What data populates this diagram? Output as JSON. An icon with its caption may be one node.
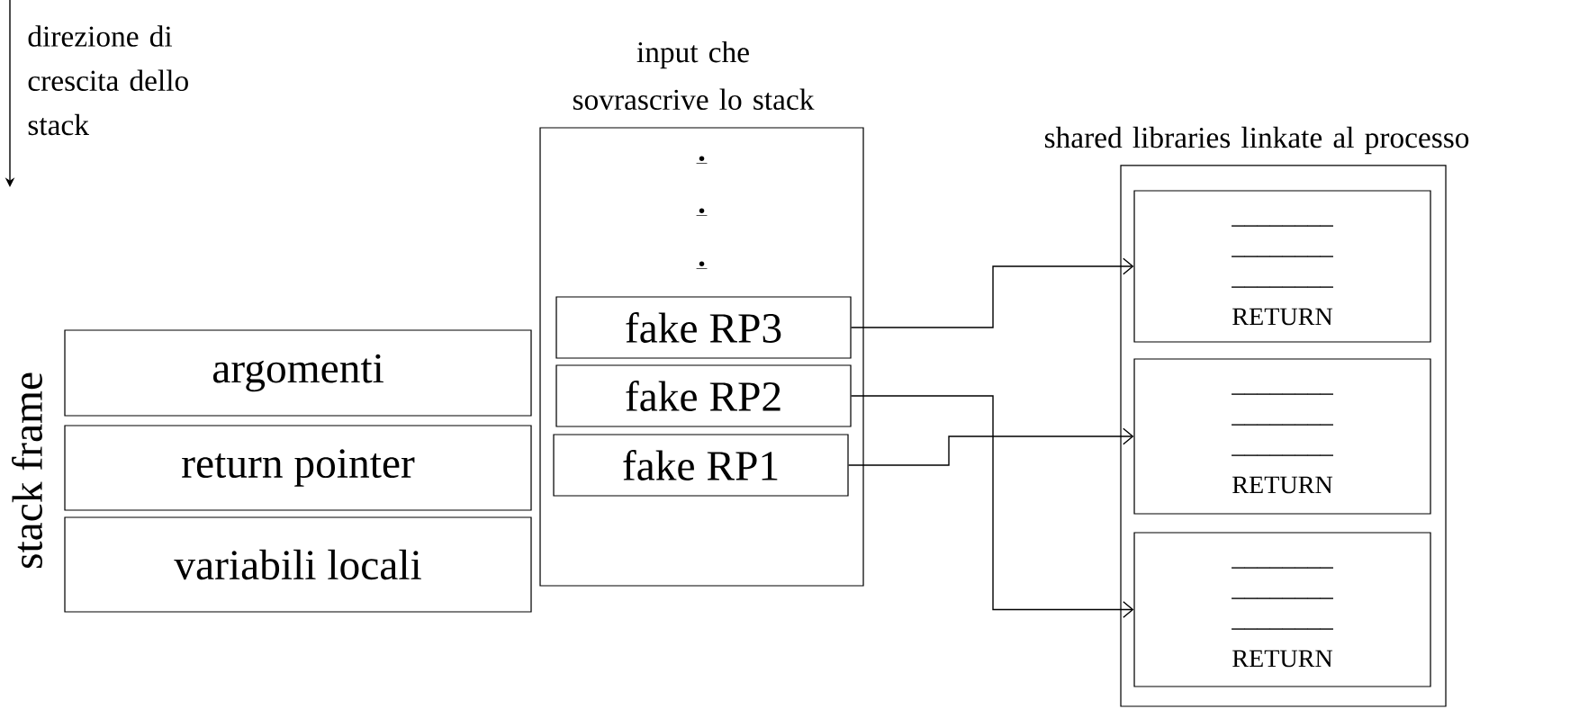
{
  "diagram": {
    "nodes": [
      {
        "text": [
          "argomenti"
        ]
      },
      {
        "text": [
          "return pointer"
        ]
      },
      {
        "text": [
          "variabili locali"
        ]
      },
      {
        "text": [
          "input che sovrascrive lo stack",
          ".",
          ".",
          "."
        ]
      },
      {
        "text": [
          "fake RP3"
        ],
        "in": 3
      },
      {
        "text": [
          "fake RP2"
        ],
        "in": 3
      },
      {
        "text": [
          "fake RP1"
        ],
        "in": 3
      },
      {
        "text": [
          "shared libraries linkate al processo"
        ]
      },
      {
        "text": [
          "________",
          "________",
          "________",
          "RETURN"
        ],
        "in": 7
      },
      {
        "text": [
          "________",
          "________",
          "________",
          "RETURN"
        ],
        "in": 7
      },
      {
        "text": [
          "________",
          "________",
          "________",
          "RETURN"
        ],
        "in": 7
      }
    ],
    "edges": [
      {
        "from": 4,
        "to": 8,
        "arrow": "to"
      },
      {
        "from": 5,
        "to": 10,
        "arrow": "to"
      },
      {
        "from": 6,
        "to": 9,
        "arrow": "to"
      }
    ],
    "labels": [
      "direzione di crescita dello stack",
      "stack frame"
    ]
  }
}
